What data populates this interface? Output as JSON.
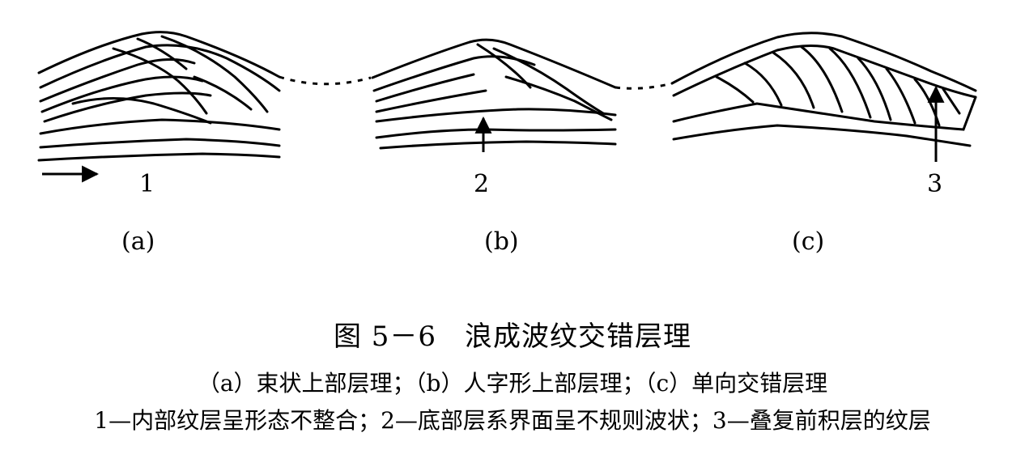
{
  "figure": {
    "panels": [
      {
        "label": "(a)",
        "callout": "1"
      },
      {
        "label": "(b)",
        "callout": "2"
      },
      {
        "label": "(c)",
        "callout": "3"
      }
    ]
  },
  "caption": {
    "title": "图 5－6　浪成波纹交错层理",
    "subtitle": "（a）束状上部层理；（b）人字形上部层理；（c）单向交错层理",
    "legend": "1—内部纹层呈形态不整合；2—底部层系界面呈不规则波状；3—叠复前积层的纹层"
  }
}
